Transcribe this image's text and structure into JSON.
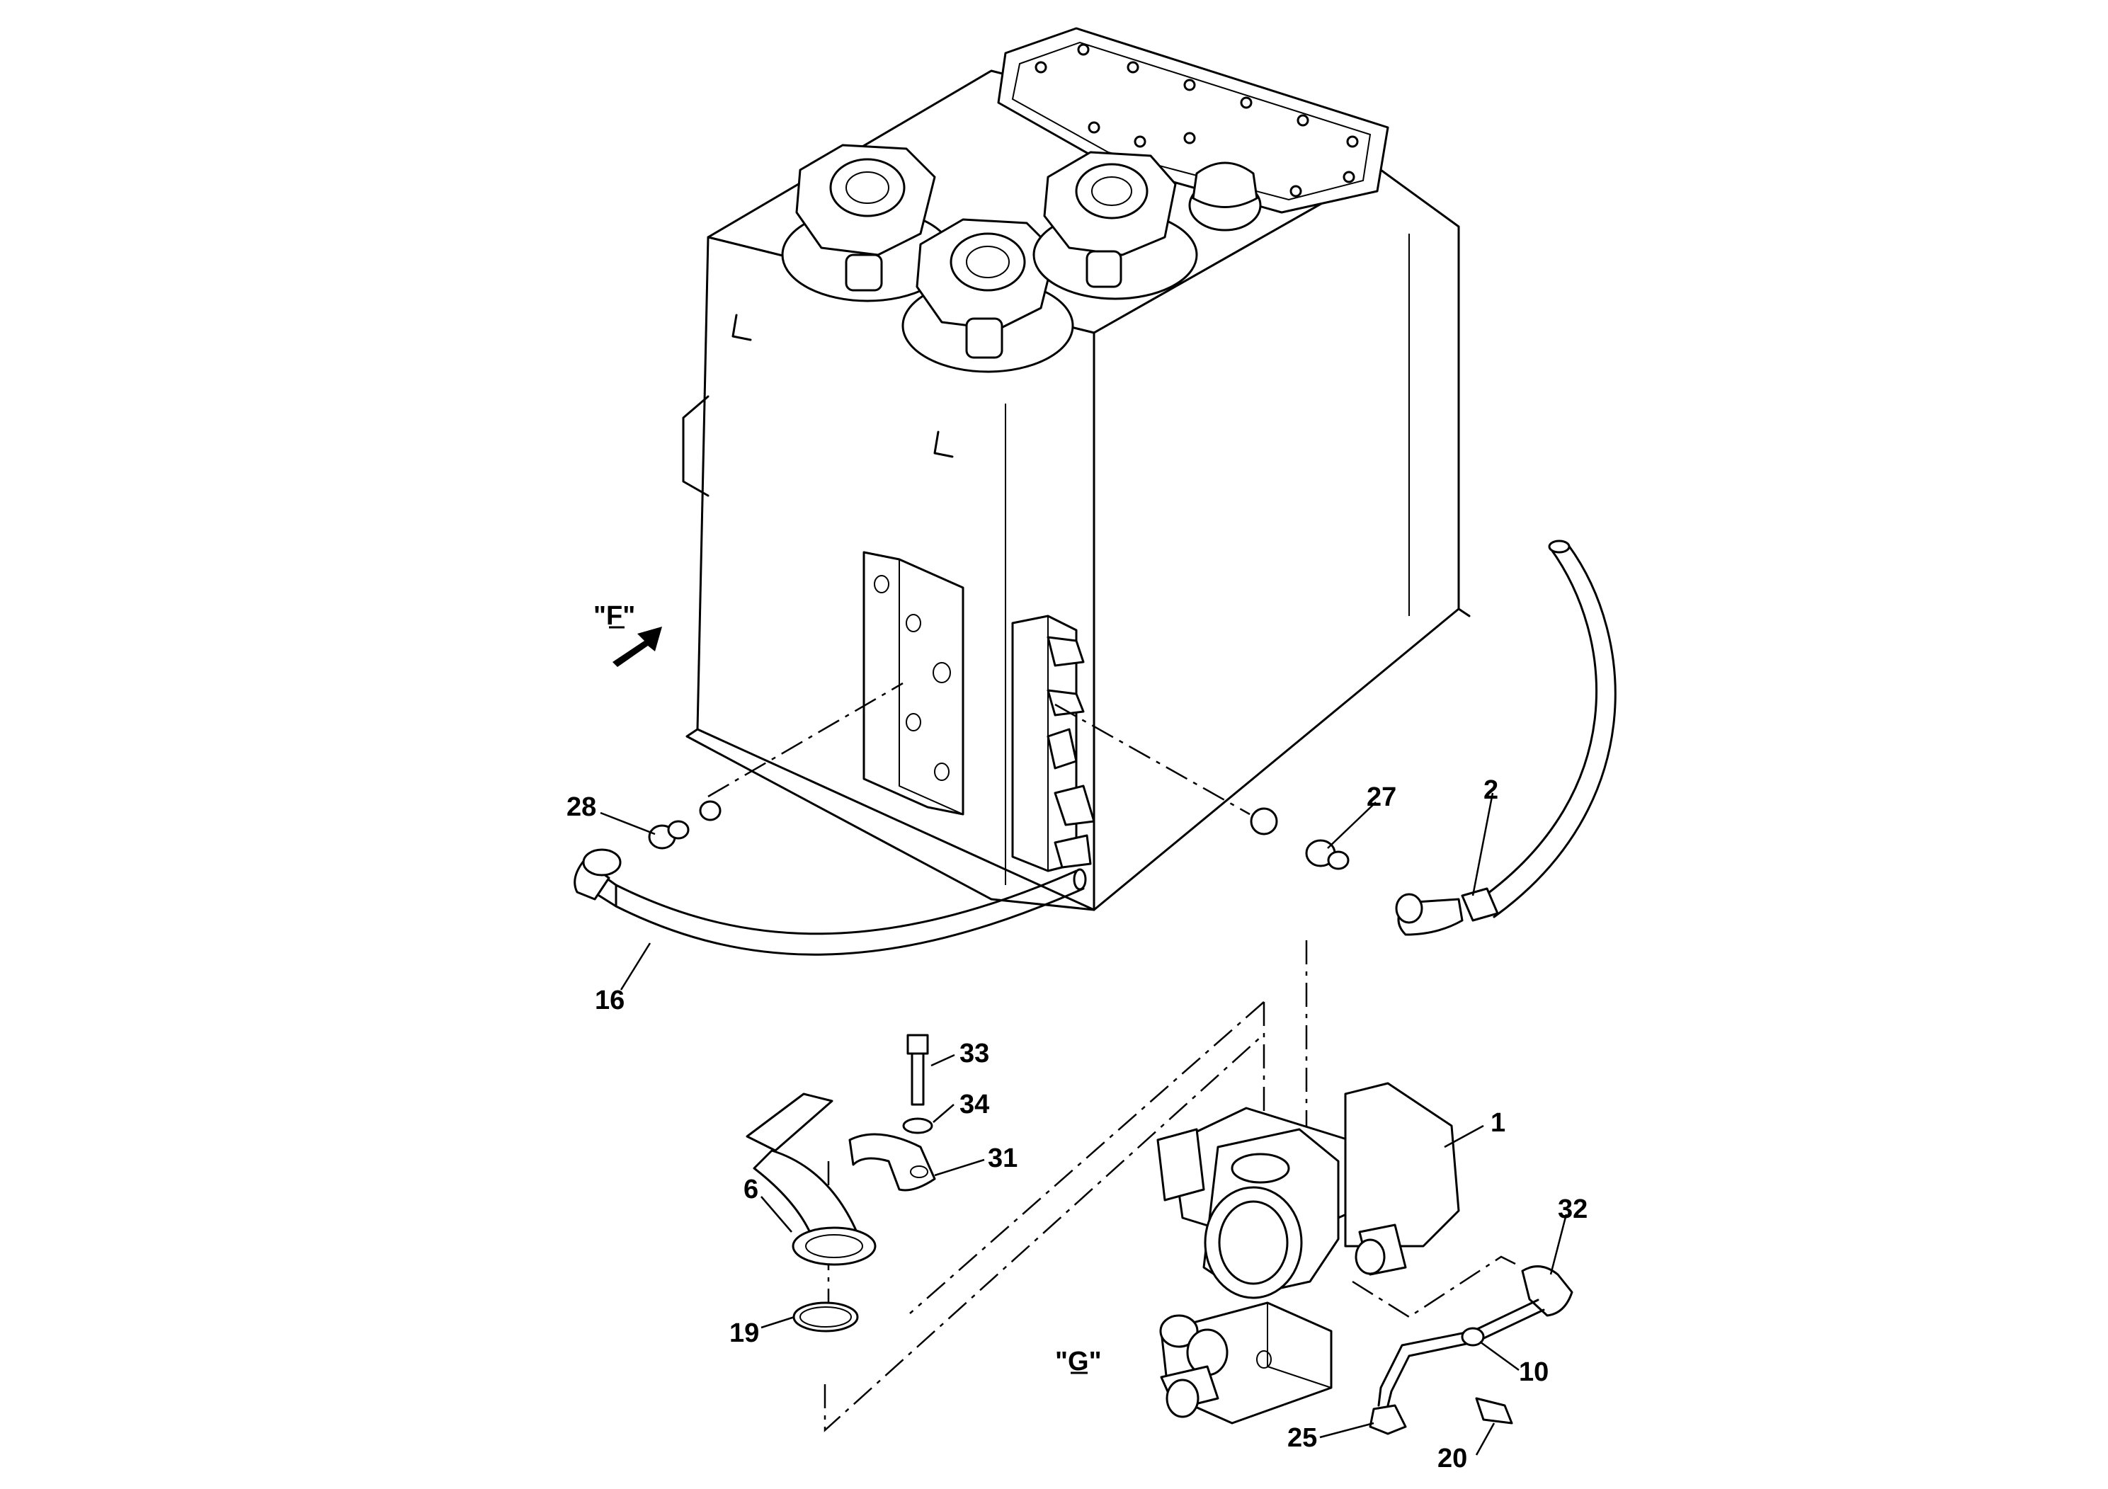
{
  "views": {
    "f": "\"F\"",
    "g": "\"G\""
  },
  "callouts": {
    "c1": "1",
    "c2": "2",
    "c6": "6",
    "c10": "10",
    "c16": "16",
    "c19": "19",
    "c20": "20",
    "c25": "25",
    "c27": "27",
    "c28": "28",
    "c31": "31",
    "c32": "32",
    "c33": "33",
    "c34": "34"
  }
}
